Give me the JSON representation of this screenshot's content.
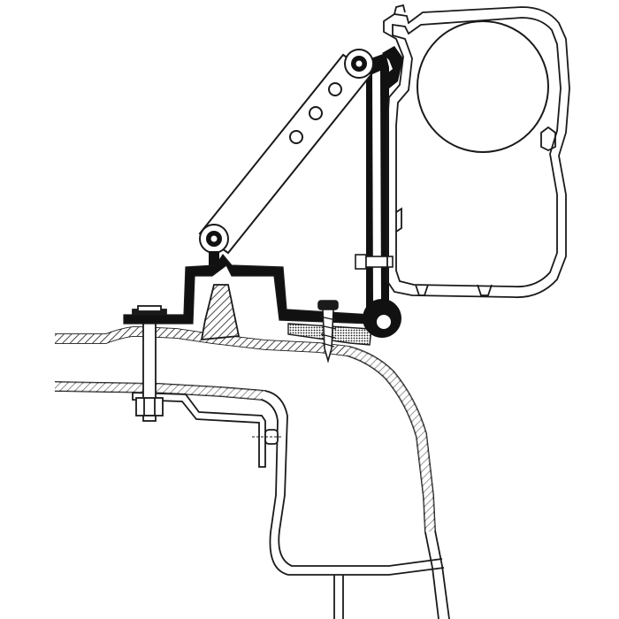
{
  "diagram": {
    "colors": {
      "background": "#ffffff",
      "line": "#1a1a1a",
      "fill_dark": "#111111",
      "fill_light": "#ffffff"
    },
    "parts": [
      {
        "name": "awning-case",
        "icon": "awning-profile"
      },
      {
        "name": "awning-roller",
        "icon": "roller-circle"
      },
      {
        "name": "adjustable-arm",
        "icon": "perforated-strut"
      },
      {
        "name": "vertical-mount-plate",
        "icon": "mounting-rail"
      },
      {
        "name": "roof-bracket",
        "icon": "hat-channel-bracket"
      },
      {
        "name": "hex-bolt",
        "icon": "bolt"
      },
      {
        "name": "tapping-screw",
        "icon": "screw"
      },
      {
        "name": "inner-bracket",
        "icon": "z-bracket"
      },
      {
        "name": "vehicle-roof-body",
        "icon": "roof-cross-section"
      }
    ]
  }
}
